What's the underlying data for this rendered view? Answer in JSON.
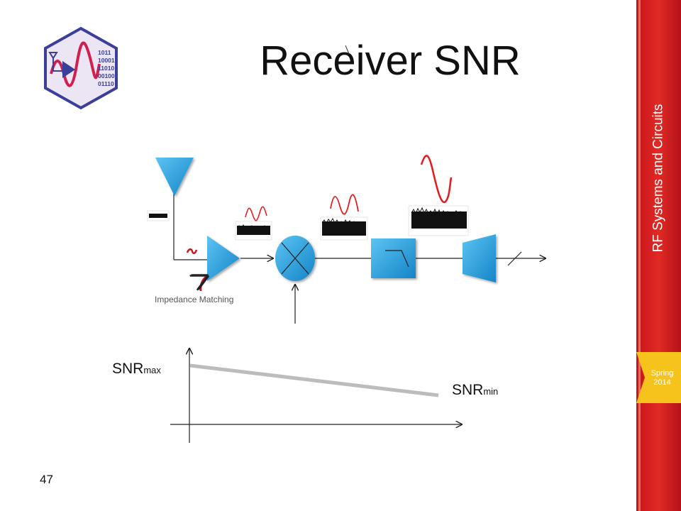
{
  "title": "Receiver SNR",
  "sidebar": {
    "course_title": "RF Systems and Circuits",
    "semester": [
      "Spring",
      "2014"
    ]
  },
  "page_number": "47",
  "logo": {
    "bits": [
      "1011",
      "10001",
      "11010",
      "00100",
      "01110"
    ],
    "colors": {
      "outline": "#3a3f9a",
      "wave": "#d02050",
      "fill": "#e8e2f2"
    }
  },
  "diagram": {
    "annotation": "Impedance Matching",
    "snr_max": {
      "main": "SNR",
      "sub": "max"
    },
    "snr_min": {
      "main": "SNR",
      "sub": "min"
    },
    "colors": {
      "block": "#29a3e0",
      "signal": "#e02020",
      "accent": "#c8141c",
      "noise": "#111111"
    }
  }
}
